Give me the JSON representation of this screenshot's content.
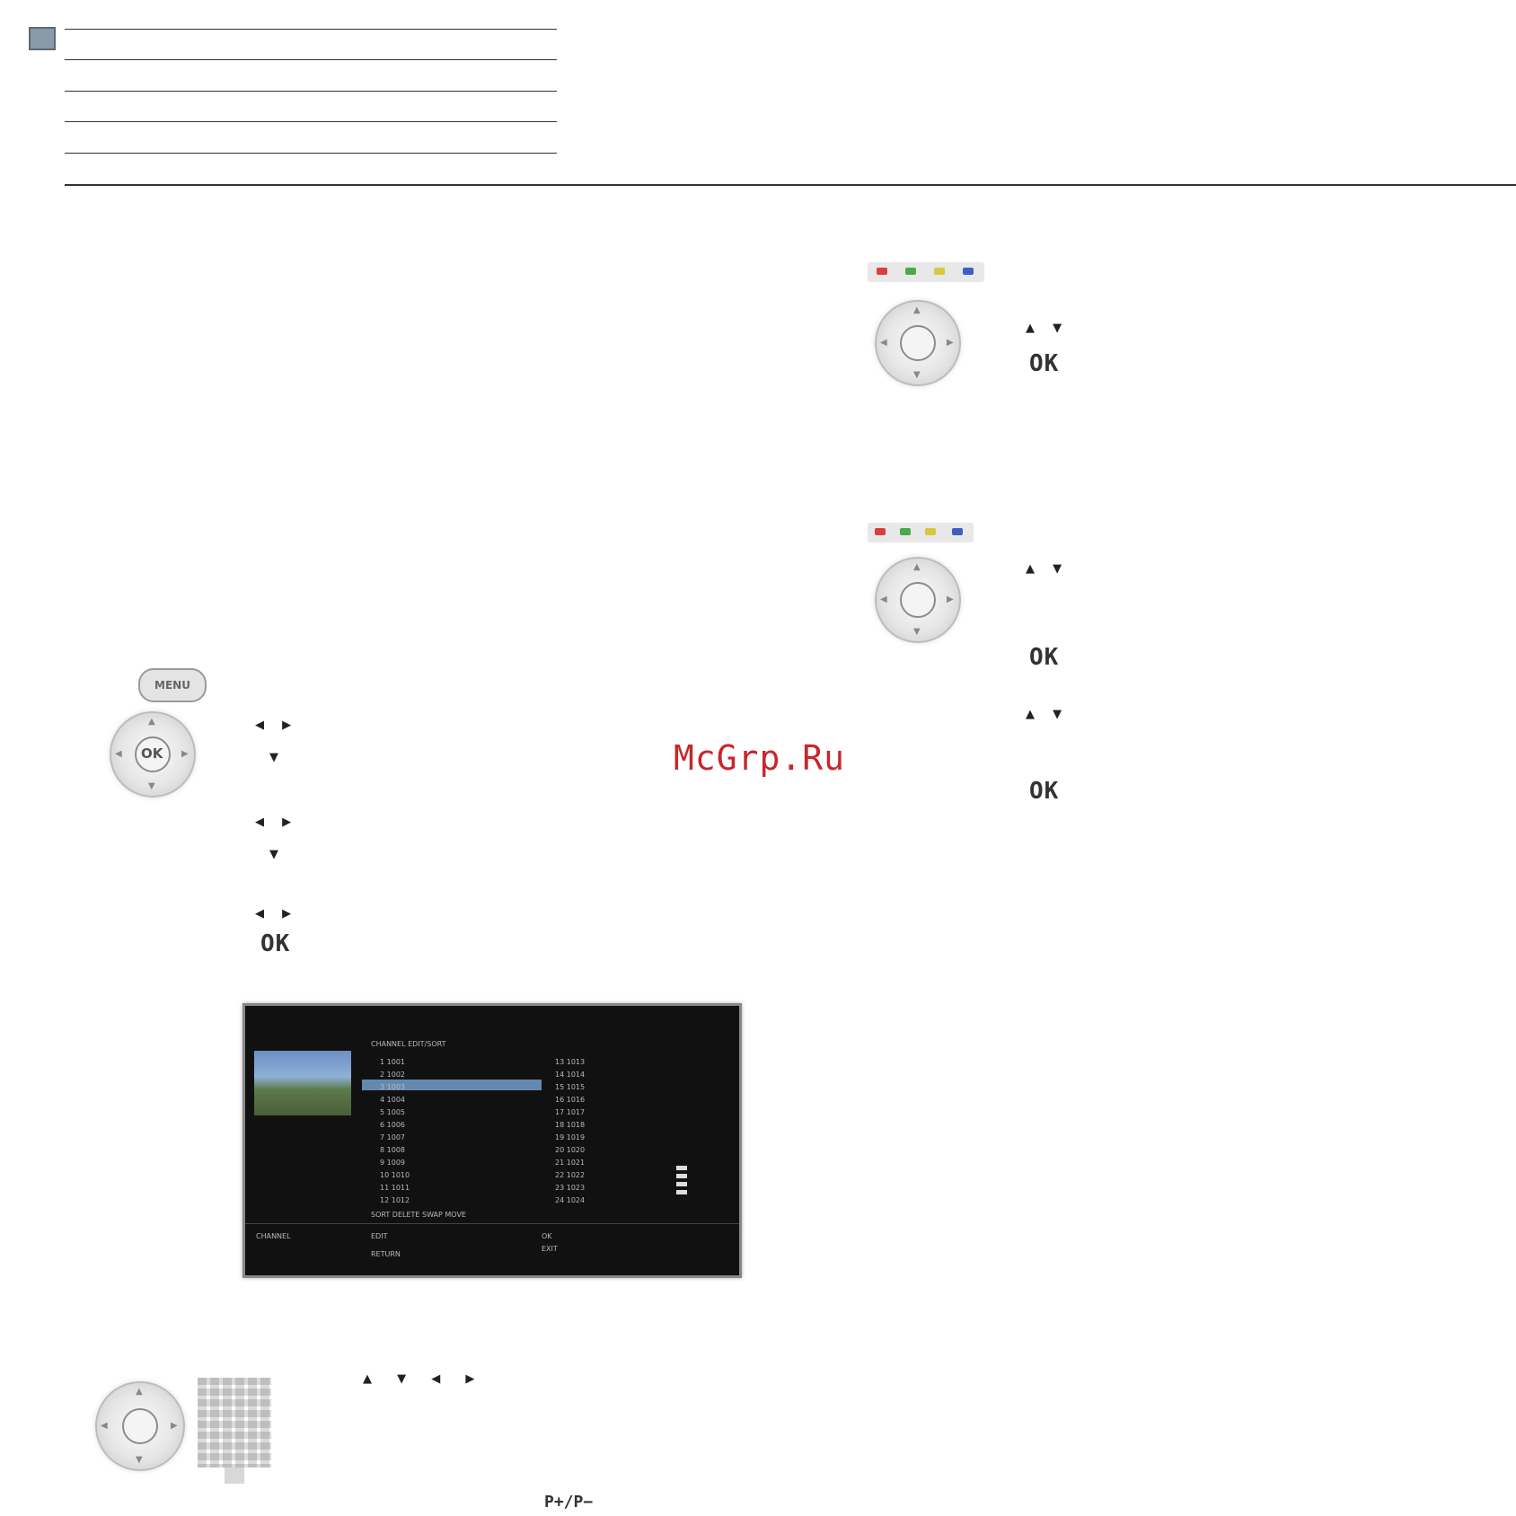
{
  "watermark": "McGrp.Ru",
  "menu_button": "MENU",
  "dpad_center": "OK",
  "dpad_arrows": {
    "up": "▲",
    "down": "▼",
    "left": "◀",
    "right": "▶"
  },
  "steps_left": {
    "s1_arrows": "◀ ▶",
    "s1_down": "▼",
    "s2_arrows": "◀ ▶",
    "s2_down": "▼",
    "s3_arrows": "◀ ▶",
    "s3_ok": "OK"
  },
  "steps_right": {
    "a_updown": "▲ ▼",
    "a_ok": "OK",
    "b_updown": "▲ ▼",
    "b_ok": "OK",
    "c_updown": "▲ ▼",
    "c_ok": "OK"
  },
  "bottom_nav": {
    "arrows": "▲ ▼ ◀ ▶",
    "pr": "P+/P−"
  },
  "color_buttons": [
    "#d84040",
    "#4aaa4a",
    "#d8c840",
    "#4060c0"
  ],
  "tv_screen": {
    "header": "CHANNEL EDIT/SORT",
    "col1": [
      "1  1001",
      "2  1002",
      "3  1003",
      "4  1004",
      "5  1005",
      "6  1006",
      "7  1007",
      "8  1008",
      "9  1009",
      "10 1010",
      "11 1011",
      "12 1012"
    ],
    "col2": [
      "13 1013",
      "14 1014",
      "15 1015",
      "16 1016",
      "17 1017",
      "18 1018",
      "19 1019",
      "20 1020",
      "21 1021",
      "22 1022",
      "23 1023",
      "24 1024"
    ],
    "status": "SORT   DELETE   SWAP   MOVE",
    "footer_left": "CHANNEL",
    "footer_mid": "EDIT",
    "footer_red": "RETURN",
    "footer_r1": "OK",
    "footer_r2": "EXIT"
  }
}
